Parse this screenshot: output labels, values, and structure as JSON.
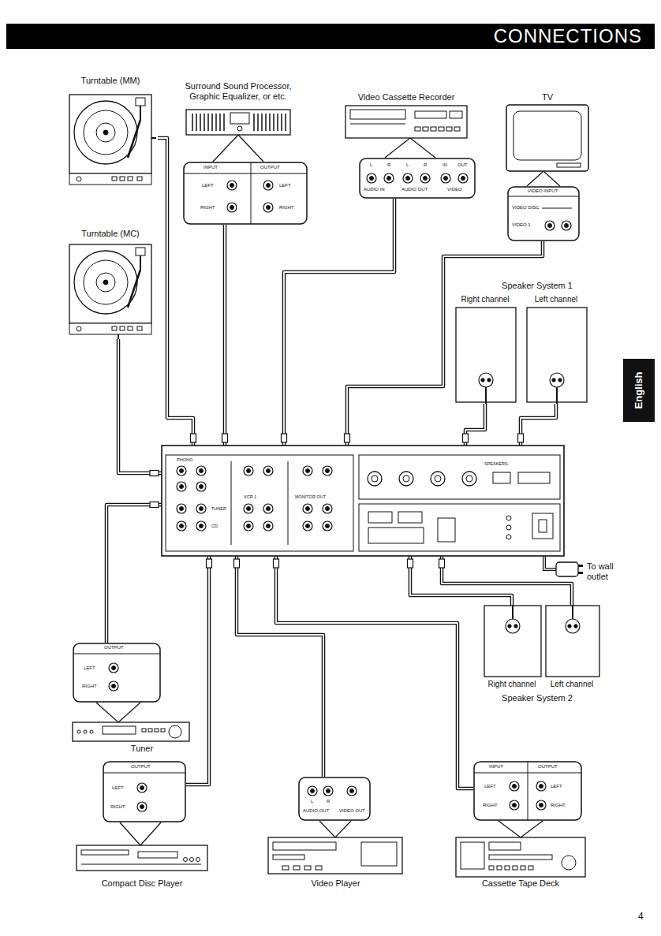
{
  "diagram": {
    "title": "CONNECTIONS",
    "nodes": [
      {
        "text": [
          "Turntable (MM)"
        ]
      },
      {
        "text": [
          "Surround Sound Processor, Graphic Equalizer, or etc."
        ]
      },
      {
        "text": [
          "INPUT",
          "OUTPUT",
          "LEFT",
          "RIGHT",
          "LEFT",
          "RIGHT"
        ]
      },
      {
        "text": [
          "Video Cassette Recorder"
        ]
      },
      {
        "text": [
          "L",
          "R",
          "L",
          "R",
          "IN",
          "OUT",
          "AUDIO IN",
          "AUDIO OUT",
          "VIDEO"
        ]
      },
      {
        "text": [
          "TV"
        ]
      },
      {
        "text": [
          "VIDEO INPUT",
          "VIDEO DISC",
          "VIDEO 1"
        ]
      },
      {
        "text": [
          "Turntable (MC)"
        ]
      },
      {
        "text": [
          "Right channel"
        ]
      },
      {
        "text": [
          "Left channel"
        ]
      },
      {
        "text": [
          "PHONO",
          "TUNER",
          "CD",
          "VCR 1",
          "MONITOR OUT",
          "SPEAKERS"
        ]
      },
      {
        "text": [
          "Right channel"
        ]
      },
      {
        "text": [
          "Left channel"
        ]
      },
      {
        "text": [
          "Tuner"
        ]
      },
      {
        "text": [
          "OUTPUT",
          "LEFT",
          "RIGHT"
        ]
      },
      {
        "text": [
          "Compact Disc Player"
        ]
      },
      {
        "text": [
          "OUTPUT",
          "LEFT",
          "RIGHT"
        ]
      },
      {
        "text": [
          "Video Player"
        ]
      },
      {
        "text": [
          "L",
          "R",
          "AUDIO OUT",
          "VIDEO OUT"
        ]
      },
      {
        "text": [
          "Cassette Tape Deck"
        ]
      },
      {
        "text": [
          "INPUT",
          "OUTPUT",
          "LEFT",
          "RIGHT",
          "LEFT",
          "RIGHT"
        ]
      }
    ],
    "edges": [
      {
        "from": 0,
        "to": 10,
        "arrow": "none"
      },
      {
        "from": 2,
        "to": 10,
        "arrow": "none"
      },
      {
        "from": 4,
        "to": 10,
        "arrow": "none"
      },
      {
        "from": 6,
        "to": 10,
        "arrow": "none"
      },
      {
        "from": 7,
        "to": 10,
        "arrow": "none"
      },
      {
        "from": 8,
        "to": 10,
        "arrow": "none"
      },
      {
        "from": 9,
        "to": 10,
        "arrow": "none"
      },
      {
        "from": 11,
        "to": 10,
        "arrow": "none"
      },
      {
        "from": 12,
        "to": 10,
        "arrow": "none"
      },
      {
        "from": 14,
        "to": 10,
        "arrow": "none"
      },
      {
        "from": 16,
        "to": 10,
        "arrow": "none"
      },
      {
        "from": 18,
        "to": 10,
        "arrow": "none"
      },
      {
        "from": 20,
        "to": 10,
        "arrow": "none"
      }
    ],
    "labels": [
      "English",
      "Speaker System 1",
      "Speaker System 2",
      "To wall outlet",
      "4"
    ]
  }
}
